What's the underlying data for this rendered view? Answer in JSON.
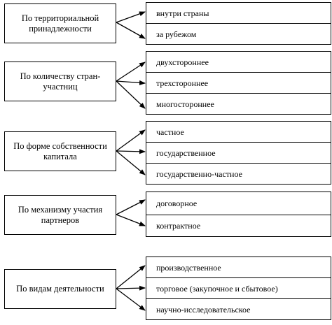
{
  "colors": {
    "line": "#000000",
    "background": "#ffffff"
  },
  "groups": [
    {
      "category": "По территориальной принадлежности",
      "options": [
        "внутри страны",
        "за рубежом"
      ]
    },
    {
      "category": "По количеству стран-участниц",
      "options": [
        "двухстороннее",
        "трехстороннее",
        "многостороннее"
      ]
    },
    {
      "category": "По форме собственности капитала",
      "options": [
        "частное",
        "государственное",
        "государственно-частное"
      ]
    },
    {
      "category": "По механизму участия партнеров",
      "options": [
        "договорное",
        "контрактное"
      ]
    },
    {
      "category": "По видам деятельности",
      "options": [
        "производственное",
        "торговое (закупочное и сбытовое)",
        "научно-исследовательское"
      ]
    }
  ]
}
